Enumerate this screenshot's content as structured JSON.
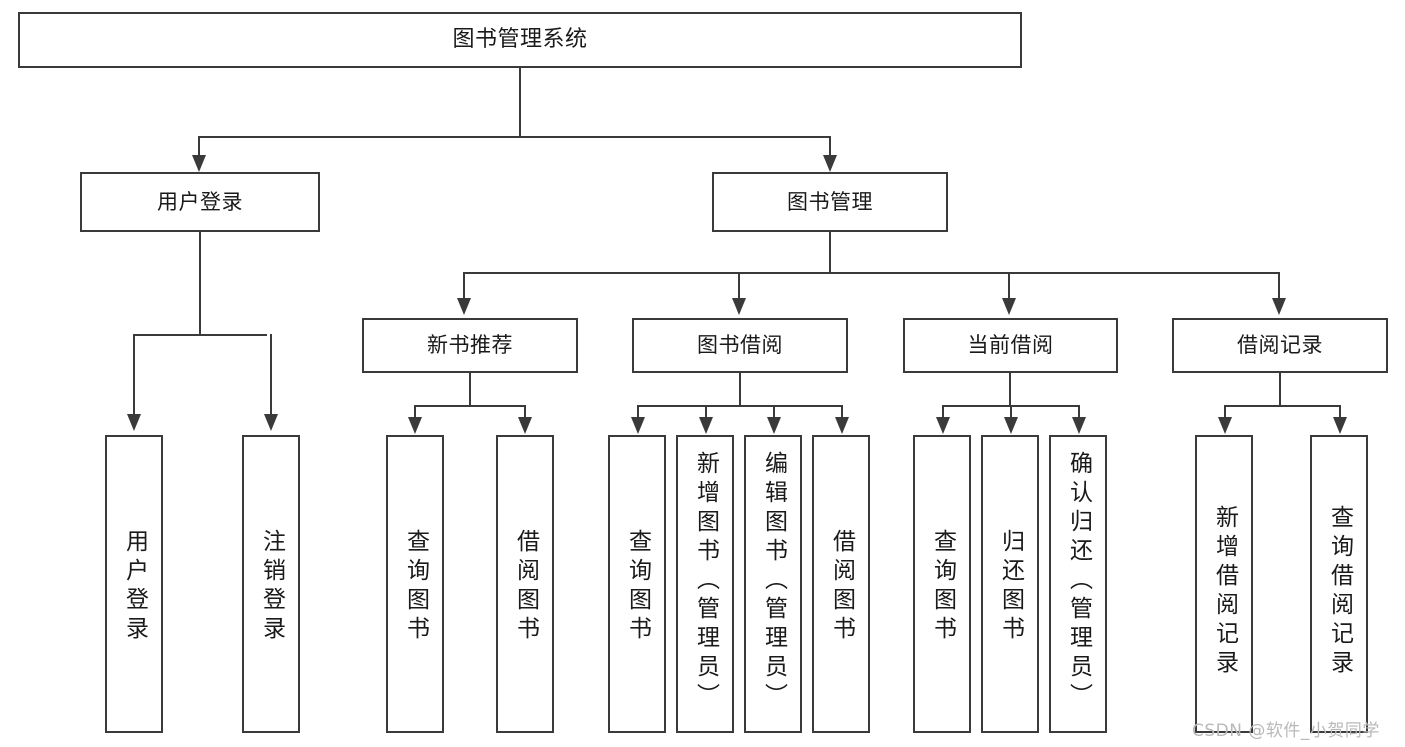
{
  "diagram": {
    "title": "图书管理系统",
    "type": "功能结构图",
    "root": {
      "label": "图书管理系统"
    },
    "level1": [
      {
        "label": "用户登录"
      },
      {
        "label": "图书管理"
      }
    ],
    "level2": [
      {
        "label": "新书推荐"
      },
      {
        "label": "图书借阅"
      },
      {
        "label": "当前借阅"
      },
      {
        "label": "借阅记录"
      }
    ],
    "leaves": {
      "user_login": [
        {
          "label": "用户登录"
        },
        {
          "label": "注销登录"
        }
      ],
      "new_book": [
        {
          "label": "查询图书"
        },
        {
          "label": "借阅图书"
        }
      ],
      "book_borrow": [
        {
          "label": "查询图书"
        },
        {
          "label": "新增图书（管理员）"
        },
        {
          "label": "编辑图书（管理员）"
        },
        {
          "label": "借阅图书"
        }
      ],
      "current_borrow": [
        {
          "label": "查询图书"
        },
        {
          "label": "归还图书"
        },
        {
          "label": "确认归还（管理员）"
        }
      ],
      "borrow_record": [
        {
          "label": "新增借阅记录"
        },
        {
          "label": "查询借阅记录"
        }
      ]
    }
  },
  "watermark": {
    "text": "CSDN @软件_小贺同学"
  },
  "colors": {
    "stroke": "#3a3a3a",
    "fill": "#ffffff",
    "text": "#1a1a1a",
    "watermark": "#b9b9b9"
  }
}
